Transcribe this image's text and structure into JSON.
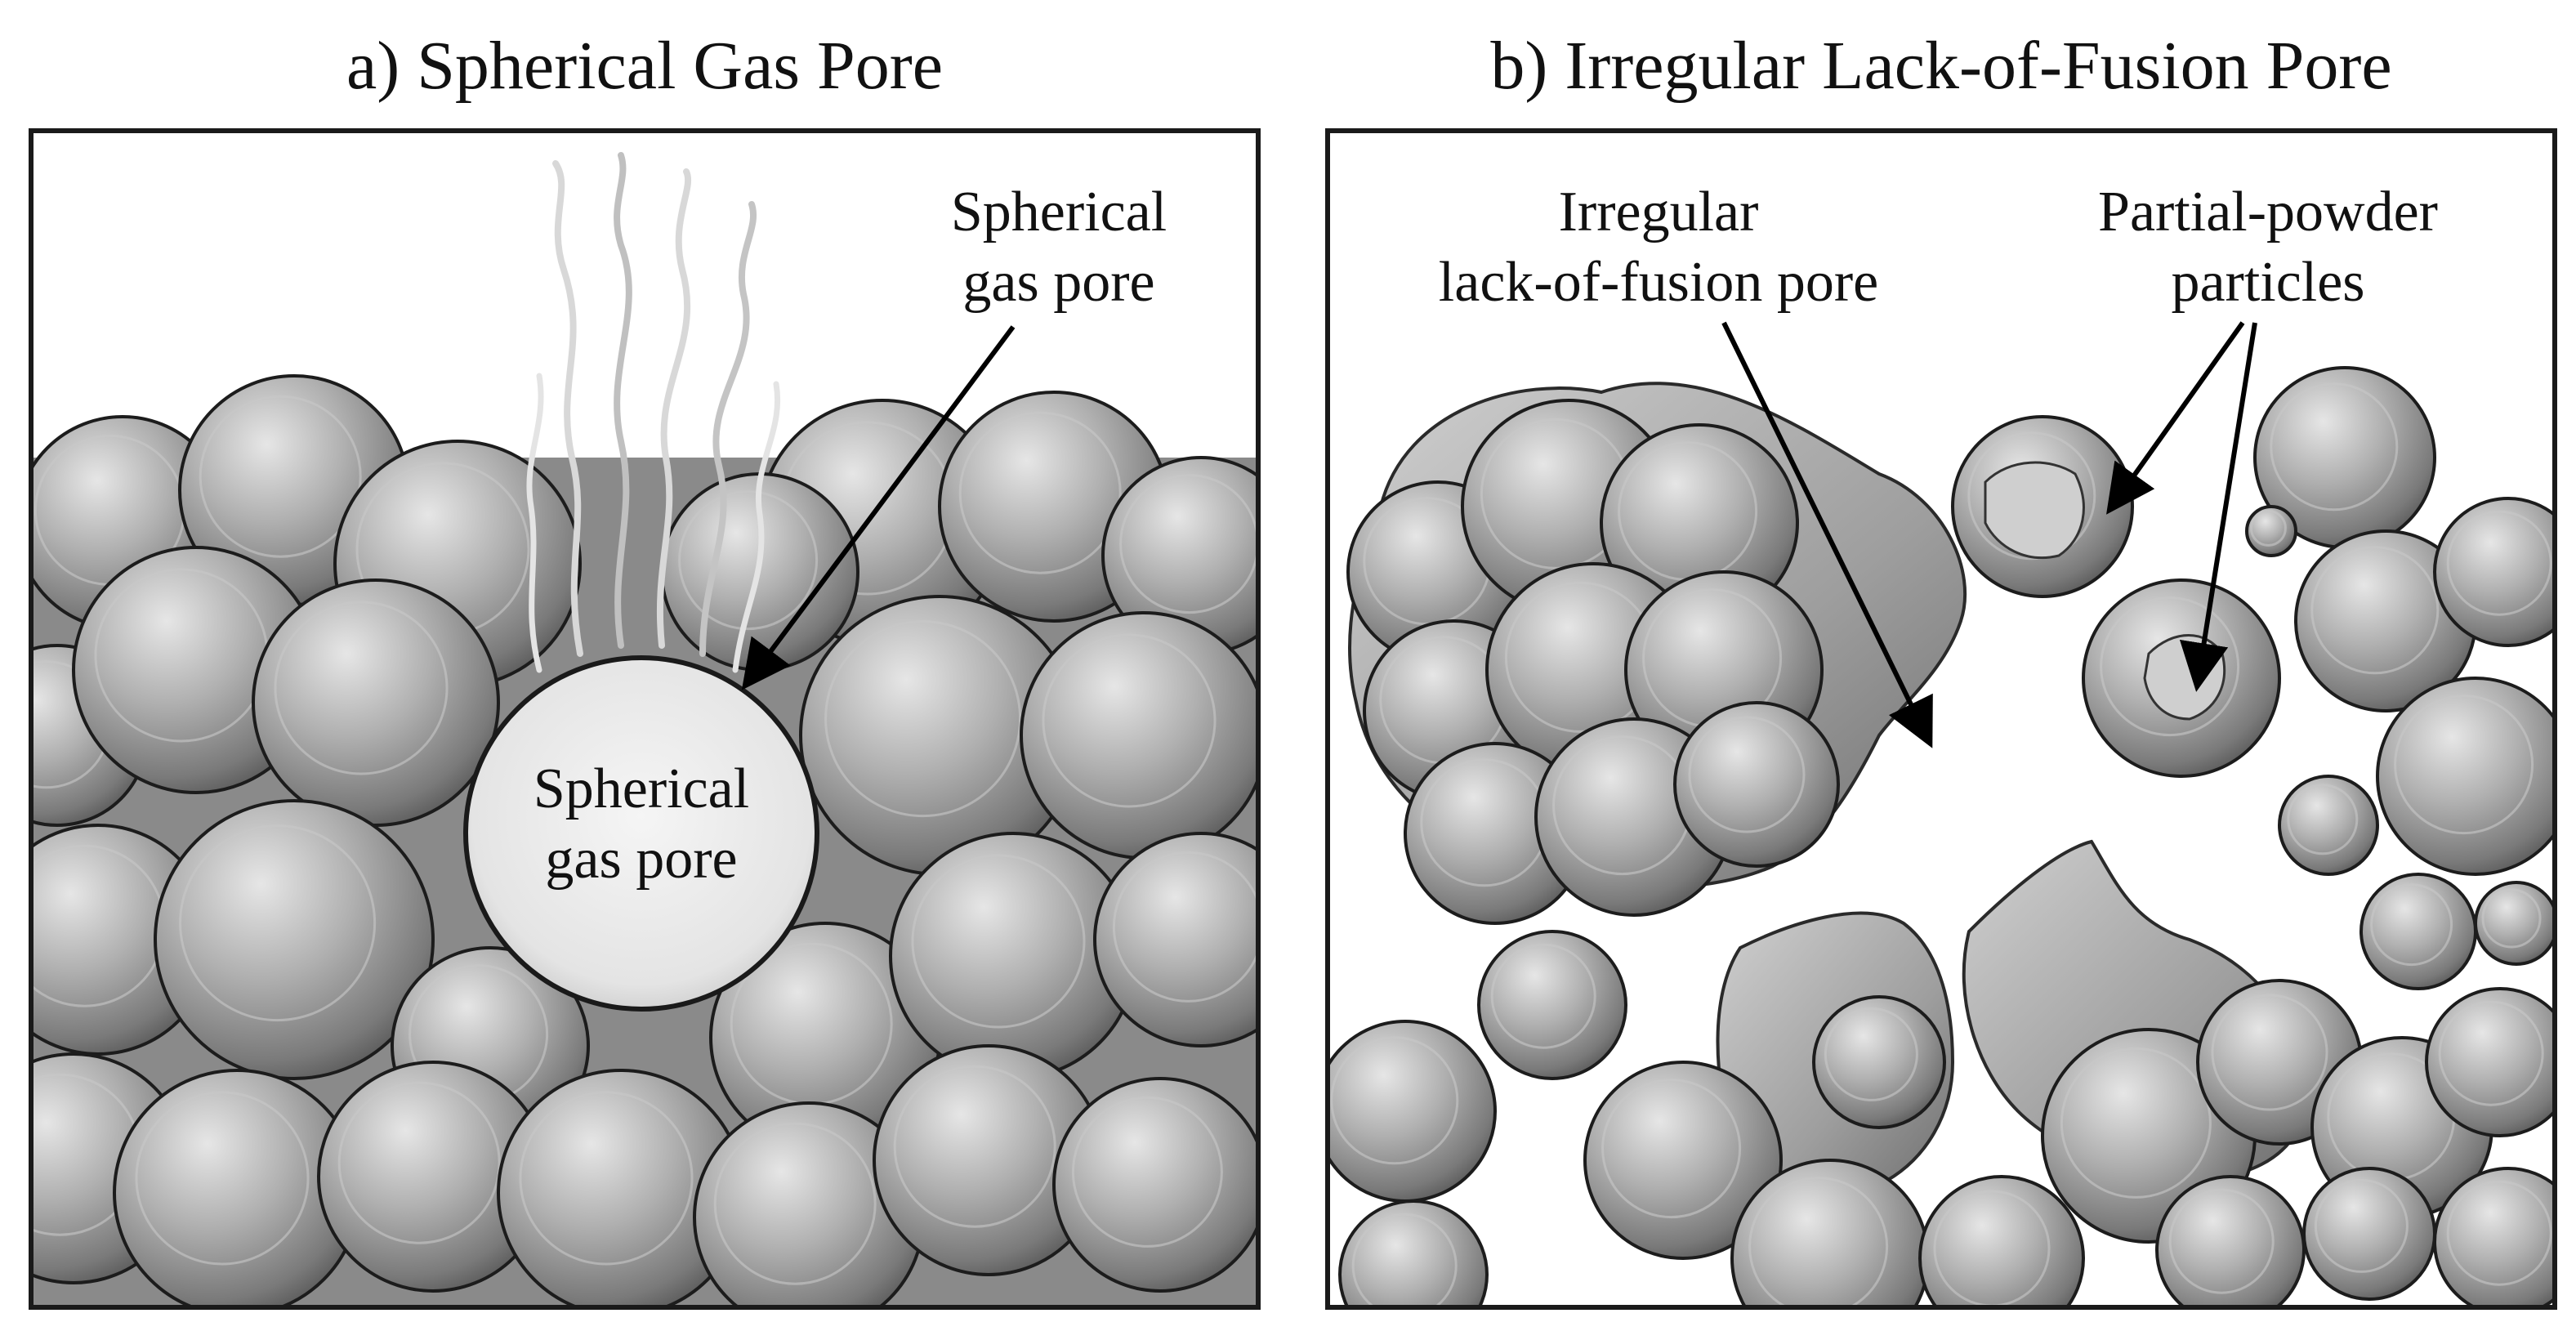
{
  "figure": {
    "panel_a": {
      "title": "a) Spherical Gas Pore",
      "callout_label": [
        "Spherical",
        "gas pore"
      ],
      "pore_label": [
        "Spherical",
        "gas pore"
      ]
    },
    "panel_b": {
      "title": "b) Irregular Lack-of-Fusion Pore",
      "pore_label": [
        "Irregular",
        "lack-of-fusion pore"
      ],
      "particle_label": [
        "Partial-powder",
        "particles"
      ]
    }
  },
  "colors": {
    "particle_light": "#e2e2e2",
    "particle_mid": "#a9a9a9",
    "particle_dark": "#5c5c5c",
    "background_fill": "#8a8a8a",
    "pore_fill": "#eeeeee"
  }
}
